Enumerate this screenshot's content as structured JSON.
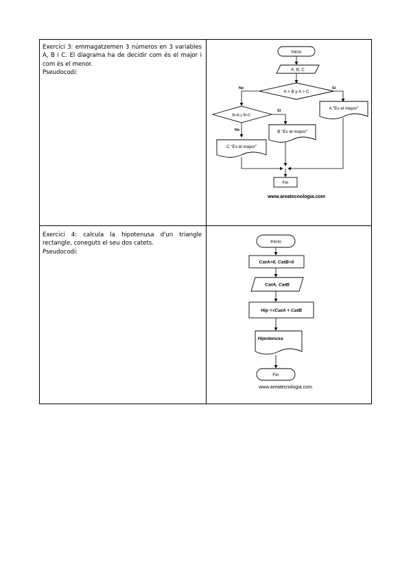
{
  "exercise3": {
    "statement": "Exercici 3: emmagatzemen 3 números en 3 variables A, B i C. El diagrama ha de decidir com és el major i com és el menor.",
    "pseudocode_label": "Pseudocodi:",
    "flowchart": {
      "start": "Inicio",
      "input": "A, B, C",
      "decision1": "A > B y A > C",
      "branch_no": "No",
      "branch_si": "Si",
      "decision2": "B>A y B>C",
      "branch2_no": "No",
      "branch2_si": "Si",
      "out_a": "A “Es el mayor”",
      "out_b": "B “Es el mayor”",
      "out_c": "C “Es el mayor”",
      "end": "Fin",
      "watermark": "www.areatecnologia.com"
    }
  },
  "exercise4": {
    "statement": "Exercici 4: calcula la hipotenusa d'un triangle rectangle, coneguts el seu dos catets.",
    "pseudocode_label": "Pseudocodi:",
    "flowchart": {
      "start": "Inicio",
      "init": "CatA=0, CatB=0",
      "input": "CatA, CatB",
      "process": "Hip =√CatA + CatB",
      "output": "Hipotenusa",
      "end": "Fin",
      "watermark": "www.areatecnologia.com"
    }
  }
}
